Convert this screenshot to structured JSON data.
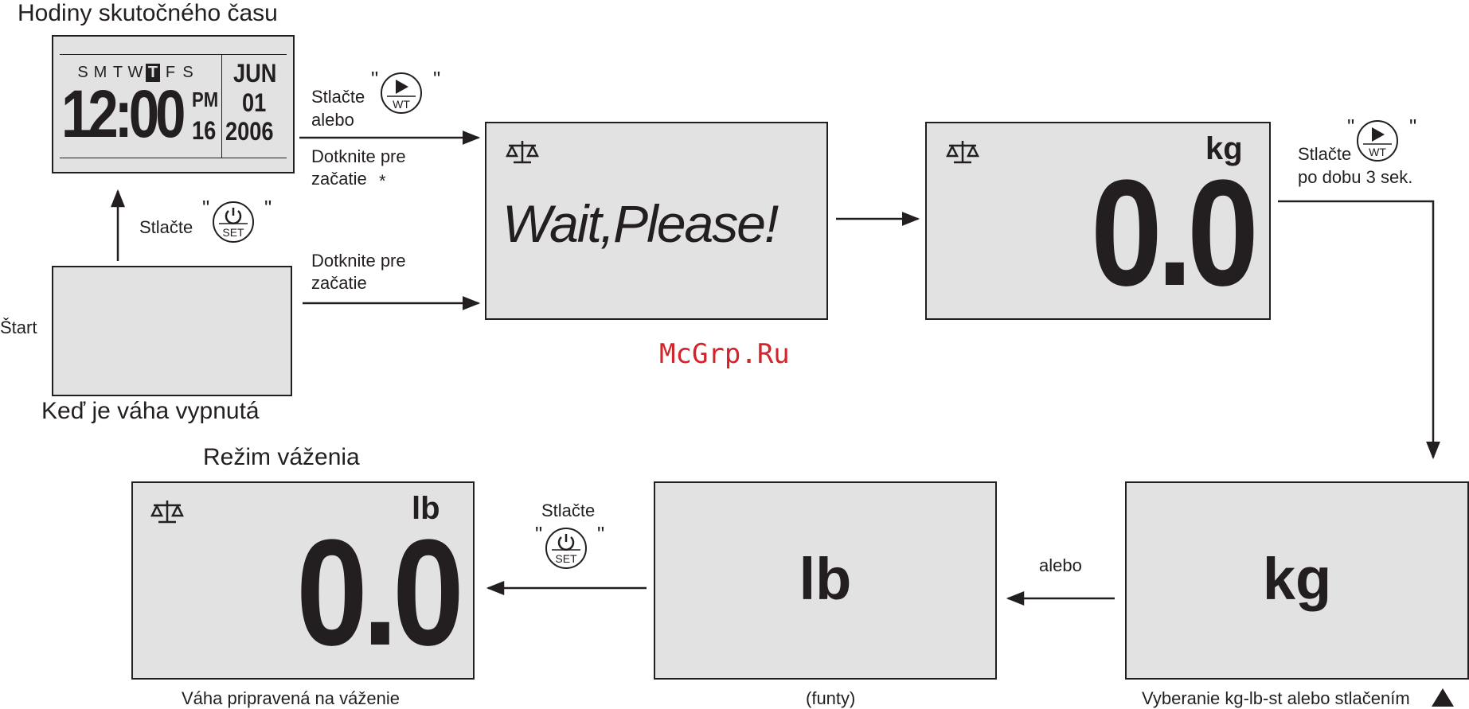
{
  "clock_title": "Hodiny skutočného času",
  "off_caption": "Keď je váha vypnutá",
  "start_label": "Štart",
  "weigh_mode_title": "Režim váženia",
  "watermark": "McGrp.Ru",
  "clock": {
    "days": [
      "S",
      "M",
      "T",
      "W",
      "T",
      "F",
      "S"
    ],
    "active_day_index": 4,
    "time": "12:00",
    "ampm": "PM",
    "seconds": "16",
    "month": "JUN",
    "day": "01",
    "year": "2006"
  },
  "press_set_to_clock": "Stlačte",
  "press_wt_1": "Stlačte",
  "or_1": "alebo",
  "touch_start_1_l1": "Dotknite pre",
  "touch_start_1_l2": "začatie",
  "asterisk": "*",
  "touch_start_2_l1": "Dotknite pre",
  "touch_start_2_l2": "začatie",
  "wait_text": "Wait,Please!",
  "kg_unit": "kg",
  "kg_reading": "0.0",
  "press_wt_2": "Stlačte",
  "press_wt_2_duration": "po dobu 3 sek.",
  "kg_select_text": "kg",
  "select_caption": "Vyberanie kg-lb-st alebo stlačením",
  "or_2": "alebo",
  "lb_select_text": "lb",
  "lb_caption": "(funty)",
  "press_set_2": "Stlačte",
  "lb_unit": "lb",
  "lb_reading": "0.0",
  "ready_caption": "Váha pripravená na váženie",
  "button_set_label": "SET",
  "button_wt_label": "WT",
  "quote": "\""
}
